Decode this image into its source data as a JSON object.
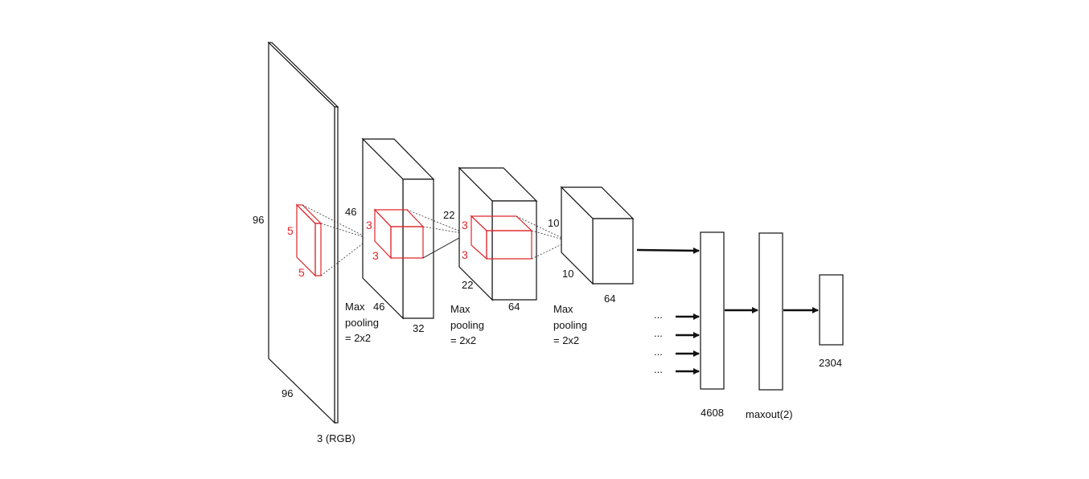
{
  "colors": {
    "line": "#111111",
    "kernel": "#e0262b",
    "background": "#ffffff"
  },
  "input": {
    "height": "96",
    "width": "96",
    "channels": "3 (RGB)"
  },
  "kernel1": {
    "height": "5",
    "width": "5"
  },
  "conv1": {
    "height": "46",
    "width": "46",
    "depth": "32"
  },
  "kernel2": {
    "height": "3",
    "width": "3"
  },
  "conv2": {
    "height": "22",
    "width": "22",
    "depth": "64"
  },
  "kernel3": {
    "height": "3",
    "width": "3"
  },
  "conv3": {
    "height": "10",
    "width": "10",
    "depth": "64"
  },
  "pooling": [
    {
      "line1": "Max",
      "line2": "pooling",
      "line3": "= 2x2"
    },
    {
      "line1": "Max",
      "line2": "pooling",
      "line3": "= 2x2"
    },
    {
      "line1": "Max",
      "line2": "pooling",
      "line3": "= 2x2"
    }
  ],
  "fc": {
    "layer1": "4608",
    "layer2": "maxout(2)",
    "layer3": "2304",
    "ellipsis": "..."
  }
}
